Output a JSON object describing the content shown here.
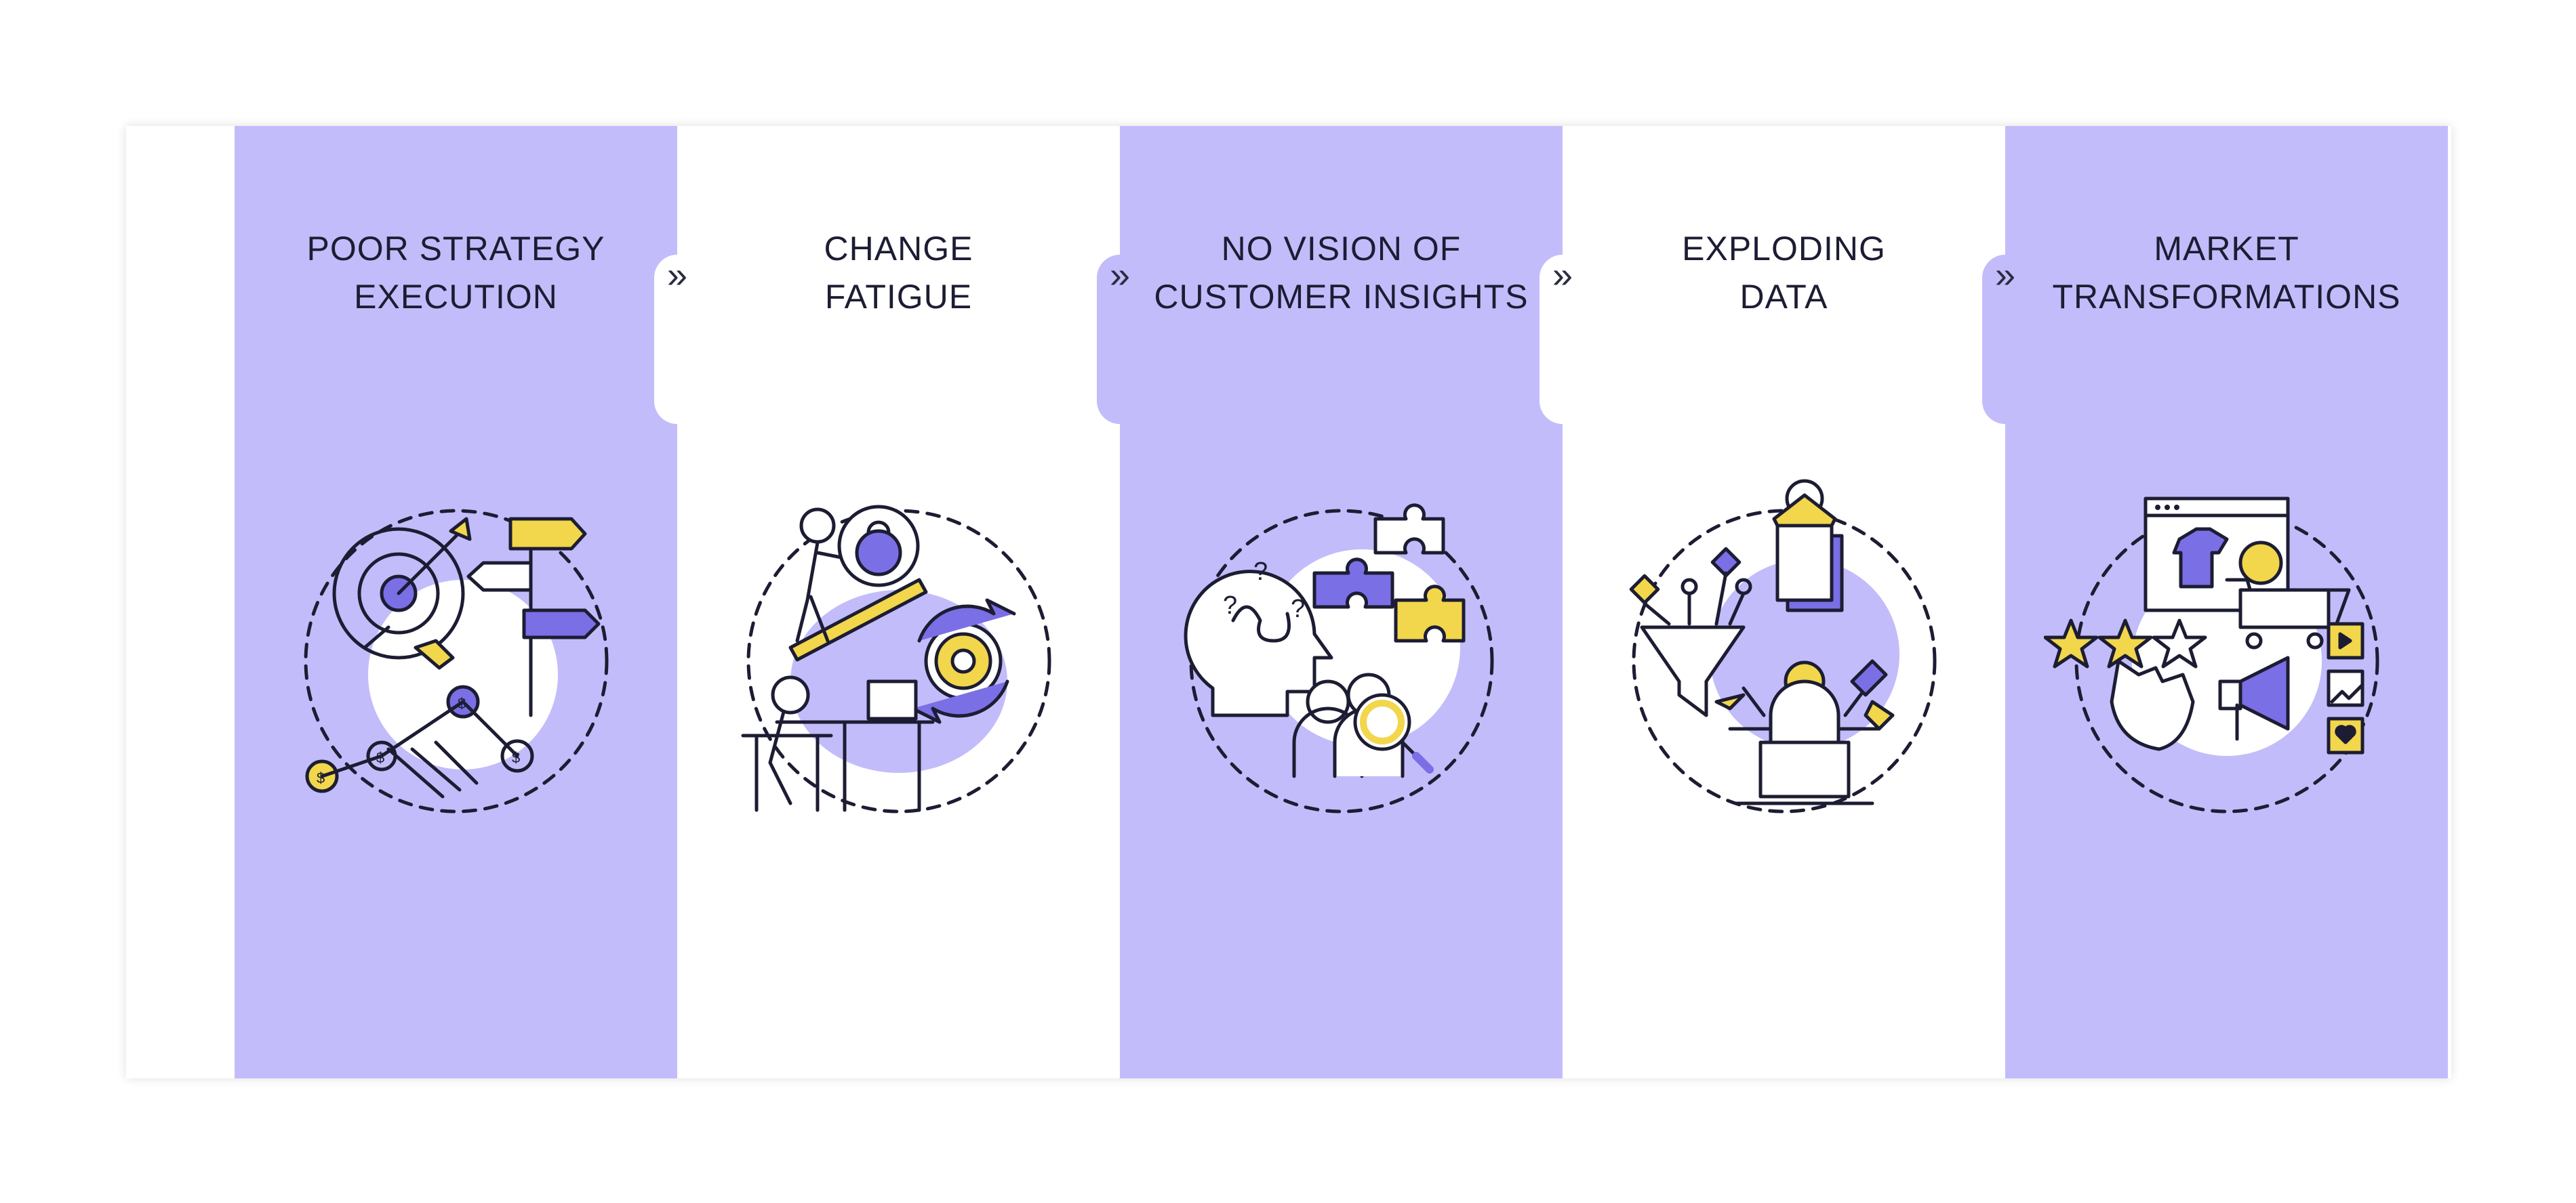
{
  "steps": [
    {
      "line1": "POOR STRATEGY",
      "line2": "EXECUTION",
      "icon": "target-signpost-icon"
    },
    {
      "line1": "CHANGE",
      "line2": "FATIGUE",
      "icon": "tired-worker-icon"
    },
    {
      "line1": "NO VISION OF",
      "line2": "CUSTOMER INSIGHTS",
      "icon": "puzzle-head-icon"
    },
    {
      "line1": "EXPLODING",
      "line2": "DATA",
      "icon": "data-funnel-icon"
    },
    {
      "line1": "MARKET",
      "line2": "TRANSFORMATIONS",
      "icon": "online-market-icon"
    }
  ],
  "connector_glyph": "»",
  "colors": {
    "lavender": "#c3bcfa",
    "purple": "#7b6fe6",
    "yellow": "#f2d64b",
    "stroke": "#1c1d33",
    "white": "#ffffff"
  }
}
